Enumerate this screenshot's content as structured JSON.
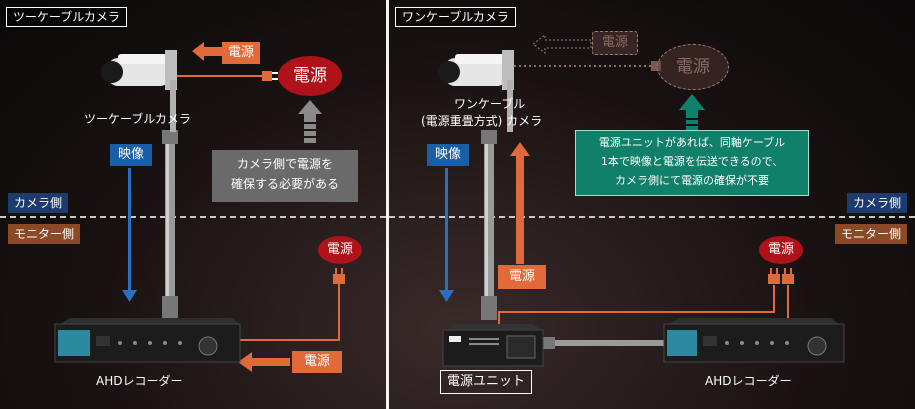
{
  "left": {
    "title": "ツーケーブルカメラ",
    "camera_label": "ツーケーブルカメラ",
    "power_arrow_label": "電源",
    "power_bubble": "電源",
    "video_label": "映像",
    "note": [
      "カメラ側で電源を",
      "確保する必要がある"
    ],
    "monitor_power_bubble": "電源",
    "recorder_power_label": "電源",
    "recorder_label": "AHDレコーダー"
  },
  "right": {
    "title": "ワンケーブルカメラ",
    "ghost_power_tag": "電源",
    "ghost_power_bubble": "電源",
    "camera_label_1": "ワンケーブル",
    "camera_label_2": "(電源重畳方式) カメラ",
    "video_label": "映像",
    "power_up_label": "電源",
    "note": [
      "電源ユニットがあれば、同軸ケーブル",
      "1本で映像と電源を伝送できるので、",
      "カメラ側にて電源の確保が不要"
    ],
    "monitor_power_bubble": "電源",
    "unit_label": "電源ユニット",
    "recorder_label": "AHDレコーダー"
  },
  "sides": {
    "camera_side": "カメラ側",
    "monitor_side": "モニター側"
  },
  "colors": {
    "power_red": "#b0121a",
    "power_orange": "#e06a3a",
    "video_blue": "#1a5ea8",
    "note_teal": "#11806a",
    "camera_tag": "#1d3b6e",
    "monitor_tag": "#8a4a25"
  }
}
